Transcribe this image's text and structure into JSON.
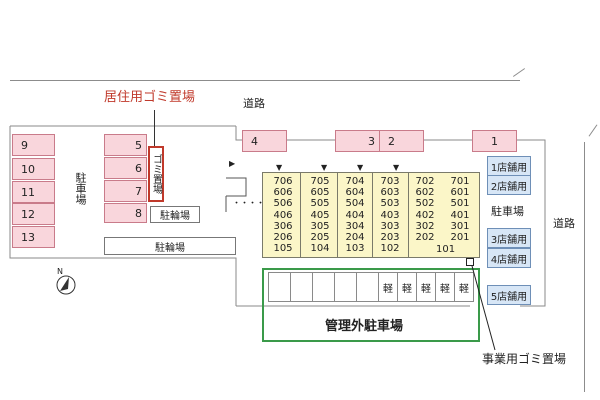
{
  "labels": {
    "road_top": "道路",
    "road_right": "道路",
    "residential_garbage": "居住用ゴミ置場",
    "garbage_area": "ゴミ置場",
    "parking_vertical": "駐車場",
    "parking_right": "駐車場",
    "bicycle_1": "駐輪場",
    "bicycle_2": "駐輪場",
    "unmanaged_parking": "管理外駐車場",
    "business_garbage": "事業用ゴミ置場",
    "dots": "・・・・"
  },
  "parking_left": [
    "9",
    "10",
    "11",
    "12",
    "13"
  ],
  "parking_middle": [
    "5",
    "6",
    "7",
    "8"
  ],
  "parking_top": [
    "4",
    "3",
    "2",
    "1"
  ],
  "store_parking": [
    "1店舗用",
    "2店舗用",
    "3店舗用",
    "4店舗用",
    "5店舗用"
  ],
  "kei_slots": [
    "軽",
    "軽",
    "軽",
    "軽",
    "軽"
  ],
  "building_columns": [
    [
      "706",
      "606",
      "506",
      "406",
      "306",
      "206",
      "105"
    ],
    [
      "705",
      "605",
      "505",
      "405",
      "305",
      "205",
      "104"
    ],
    [
      "704",
      "604",
      "504",
      "404",
      "304",
      "204",
      "103"
    ],
    [
      "703",
      "603",
      "503",
      "403",
      "303",
      "203",
      "102"
    ],
    [
      "702",
      "602",
      "502",
      "402",
      "302",
      "202"
    ],
    [
      "701",
      "601",
      "501",
      "401",
      "301",
      "201"
    ]
  ],
  "building_bottom_right": "101",
  "compass": "N",
  "colors": {
    "parking_fill": "#f9d6dc",
    "store_fill": "#d7e6f6",
    "building_fill": "#fbf6c8",
    "garbage_red": "#c0392b",
    "unmanaged_green": "#3a9a4a"
  }
}
